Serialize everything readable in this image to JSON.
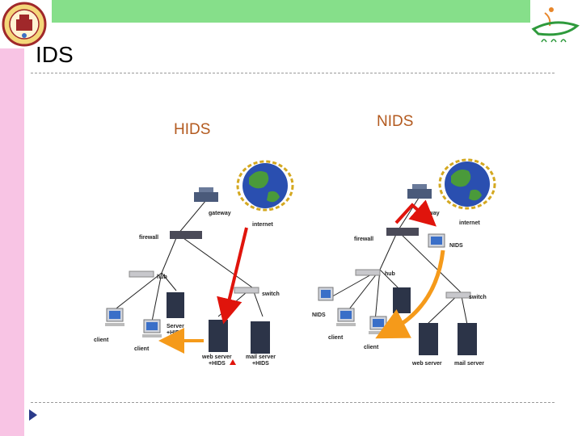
{
  "slide": {
    "title": "IDS"
  },
  "hids": {
    "heading": "HIDS",
    "labels": {
      "gateway": "gateway",
      "internet": "internet",
      "firewall": "firewall",
      "hub": "hub",
      "switch": "switch",
      "server_line1": "Server",
      "server_line2": "+HIDS",
      "client1": "client",
      "client2": "client",
      "web_line1": "web server",
      "web_line2": "+HIDS",
      "mail_line1": "mail server",
      "mail_line2": "+HIDS"
    }
  },
  "nids": {
    "heading": "NIDS",
    "labels": {
      "gateway": "gateway",
      "internet": "internet",
      "firewall": "firewall",
      "nids_top": "NIDS",
      "hub": "hub",
      "switch": "switch",
      "nids_left": "NIDS",
      "client1": "client",
      "client2": "client",
      "web": "web server",
      "mail": "mail server"
    }
  },
  "colors": {
    "pink_bar": "#f8c4e4",
    "green_bar": "#86df8a",
    "heading_text": "#b35a1f",
    "red_arrow": "#e0140c",
    "orange_arrow": "#f59a1a",
    "globe_blue": "#2a4fb0",
    "globe_green": "#4a9a3a"
  }
}
